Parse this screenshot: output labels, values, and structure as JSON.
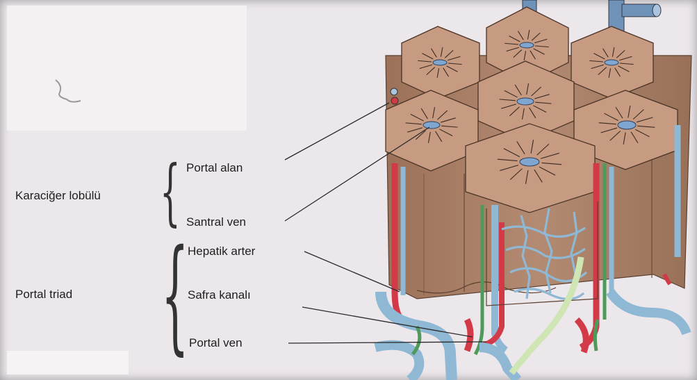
{
  "diagram": {
    "groups": {
      "lobule": "Karaciğer lobülü",
      "triad": "Portal triad"
    },
    "labels": {
      "portal_area": "Portal alan",
      "central_vein": "Santral ven",
      "hepatic_artery": "Hepatik arter",
      "bile_duct": "Safra kanalı",
      "portal_vein": "Portal ven"
    }
  },
  "colors": {
    "background": "#ece7eb",
    "lobule_top": "#c79a82",
    "lobule_side": "#a98068",
    "artery": "#d33a48",
    "vein": "#8fb8d4",
    "bile_duct": "#4f9a5a",
    "nerve": "#cfe6b4"
  }
}
